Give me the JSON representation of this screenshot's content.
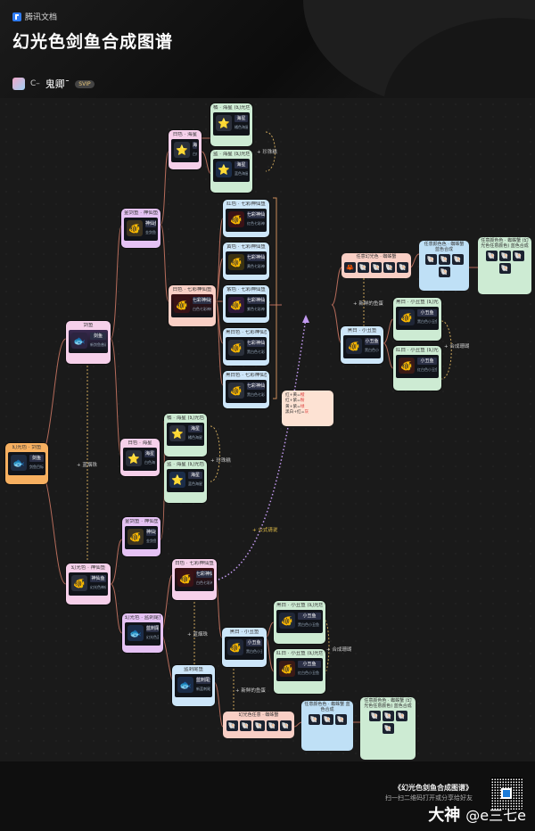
{
  "app": {
    "brand": "腾讯文档",
    "title": "幻光色剑鱼合成图谱"
  },
  "author": {
    "name": "鬼卿ˉ",
    "prefix": "C–",
    "badge": "SVIP"
  },
  "nodes": [
    {
      "id": "root",
      "color": "orange",
      "title": "幻光色 · 剑鱼",
      "name": "剑鱼",
      "sub": "剑鱼目标",
      "icon": "🐟"
    },
    {
      "id": "n1",
      "color": "pink",
      "title": "剑鱼",
      "name": "剑鱼",
      "sub": "新剑鱼普通鱼",
      "icon": "🐟"
    },
    {
      "id": "n2",
      "color": "pink",
      "title": "幻光色 · 神仙鱼",
      "name": "神仙鱼",
      "sub": "幻光色神仙鱼",
      "icon": "🐠"
    },
    {
      "id": "n3",
      "color": "purple",
      "title": "金剑鱼 · 神仙鱼",
      "name": "神仙鱼",
      "sub": "金剑鱼普通鱼",
      "icon": "🐠"
    },
    {
      "id": "n4",
      "color": "pink",
      "title": "白色 · 海星",
      "name": "海星",
      "sub": "白色海星",
      "icon": "⭐"
    },
    {
      "id": "n5",
      "color": "pink",
      "title": "白色 · 海星",
      "name": "海星",
      "sub": "白色海星",
      "icon": "⭐"
    },
    {
      "id": "n6",
      "color": "purple",
      "title": "金剑鱼 · 神仙鱼",
      "name": "神仙鱼",
      "sub": "金剑鱼普通鱼",
      "icon": "🐠"
    },
    {
      "id": "n7",
      "color": "pink",
      "title": "白色 · 七彩神仙鱼",
      "name": "七彩神仙鱼",
      "sub": "白色七彩神仙鱼",
      "icon": "🐠"
    },
    {
      "id": "n8",
      "color": "purple",
      "title": "幻光色 · 蓝刺尾鱼",
      "name": "蓝刺尾鱼",
      "sub": "幻光色蓝刺尾鱼",
      "icon": "🐟"
    },
    {
      "id": "n9",
      "color": "blue",
      "title": "蓝刺尾鱼",
      "name": "蓝刺尾鱼",
      "sub": "新蓝刺尾鱼普通鱼",
      "icon": "🐟"
    },
    {
      "id": "n10",
      "color": "salmon",
      "title": "白色 · 七彩神仙鱼",
      "name": "七彩神仙鱼",
      "sub": "白色七彩神仙鱼",
      "icon": "🐠"
    },
    {
      "id": "n11",
      "color": "blue",
      "title": "黑白 · 小丑鱼",
      "name": "小丑鱼",
      "sub": "黑白色小丑鱼",
      "icon": "🐠"
    },
    {
      "id": "n12",
      "color": "blue",
      "title": "黑白 · 小丑鱼",
      "name": "小丑鱼",
      "sub": "黑白色小丑鱼",
      "icon": "🐠"
    },
    {
      "id": "g1",
      "color": "green",
      "title": "橘 · 海星 (幻光色任意颜色)",
      "name": "海星",
      "sub": "橘色海星",
      "icon": "⭐"
    },
    {
      "id": "g2",
      "color": "green",
      "title": "蓝 · 海星 (幻光色任意颜色)",
      "name": "海星",
      "sub": "蓝色海星",
      "icon": "⭐"
    },
    {
      "id": "b1",
      "color": "blue",
      "title": "红色 · 七彩神仙鱼",
      "name": "七彩神仙鱼",
      "sub": "红色七彩神仙鱼",
      "icon": "🐠"
    },
    {
      "id": "b2",
      "color": "blue",
      "title": "黄色 · 七彩神仙鱼",
      "name": "七彩神仙鱼",
      "sub": "黄色七彩神仙鱼",
      "icon": "🐠"
    },
    {
      "id": "b3",
      "color": "blue",
      "title": "紫色 · 七彩神仙鱼",
      "name": "七彩神仙鱼",
      "sub": "紫色七彩神仙鱼",
      "icon": "🐠"
    },
    {
      "id": "b4",
      "color": "blue",
      "title": "黑白色 · 七彩神仙鱼",
      "name": "七彩神仙鱼",
      "sub": "黑白色七彩神仙鱼",
      "icon": "🐠"
    },
    {
      "id": "b5",
      "color": "blue",
      "title": "黑白色 · 七彩神仙鱼",
      "name": "七彩神仙鱼",
      "sub": "黑白色七彩神仙鱼",
      "icon": "🐠"
    },
    {
      "id": "g3",
      "color": "green",
      "title": "橘 · 海星 (幻光色任意颜色)",
      "name": "海星",
      "sub": "橘色海星",
      "icon": "⭐"
    },
    {
      "id": "g4",
      "color": "green",
      "title": "蓝 · 海星 (幻光色任意颜色)",
      "name": "海星",
      "sub": "蓝色海星",
      "icon": "⭐"
    },
    {
      "id": "g5",
      "color": "green",
      "title": "黑白 · 小丑鱼 (幻光色任意颜色)",
      "name": "小丑鱼",
      "sub": "黑白色小丑鱼",
      "icon": "🐠"
    },
    {
      "id": "g6",
      "color": "green",
      "title": "红白 · 小丑鱼 (幻光色任意颜色)",
      "name": "小丑鱼",
      "sub": "红白色小丑鱼",
      "icon": "🐠"
    },
    {
      "id": "g7",
      "color": "green",
      "title": "黑白 · 小丑鱼 (幻光色任意颜色)",
      "name": "小丑鱼",
      "sub": "黑白色小丑鱼",
      "icon": "🐠"
    },
    {
      "id": "g8",
      "color": "green",
      "title": "红白 · 小丑鱼 (幻光色任意颜色)",
      "name": "小丑鱼",
      "sub": "红白色小丑鱼",
      "icon": "🐠"
    }
  ],
  "strips": [
    {
      "id": "s1",
      "color": "salmon",
      "title": "任意幻光色 · 蜘蛛蟹",
      "icons": [
        "🦀",
        "🐚",
        "🐚",
        "🐚",
        "🐚"
      ]
    },
    {
      "id": "s2",
      "color": "lblue",
      "title": "任意颜色色 · 蜘蛛蟹 蓝色合成",
      "icons": [
        "🐚",
        "🐚",
        "🐚",
        "🐚"
      ]
    },
    {
      "id": "s3",
      "color": "green",
      "title": "任意颜色色 · 蜘蛛蟹 (幻光色任意颜色) 蓝色合成",
      "icons": [
        "🐚",
        "🐚",
        "🐚",
        "🐚"
      ]
    },
    {
      "id": "s4",
      "color": "salmon",
      "title": "幻光色任意 · 蜘蛛蟹",
      "icons": [
        "🐚",
        "🐚",
        "🐚",
        "🐚",
        "🐚"
      ]
    },
    {
      "id": "s5",
      "color": "lblue",
      "title": "任意颜色色 · 蜘蛛蟹 蓝色合成",
      "icons": [
        "🐚",
        "🐚",
        "🐚"
      ]
    },
    {
      "id": "s6",
      "color": "green",
      "title": "任意颜色色 · 蜘蛛蟹 (幻光色任意颜色) 蓝色合成",
      "icons": [
        "🐚",
        "🐚",
        "🐚",
        "🐚"
      ]
    }
  ],
  "labels": {
    "l1": "+ 珍珠糕",
    "l2": "+ 蓝烟珠",
    "l3": "+ 珍珠糕",
    "l4": "+ 新鲜的鱼蛋",
    "l5": "+ 公式请说",
    "l6": "+ 合成珊瑚",
    "l7": "+ 蓝烟珠",
    "l8": "+ 新鲜的鱼蛋",
    "l9": "+ 合成珊瑚"
  },
  "formula": {
    "line1_a": "红+黄=",
    "line1_b": "橙",
    "line2_a": "红+紫=",
    "line2_b": "粉",
    "line3_a": "黄+紫=",
    "line3_b": "绿",
    "line4_a": "黑白+红=",
    "line4_b": "灰"
  },
  "footer": {
    "promo_title": "《幻光色剑鱼合成图谱》",
    "promo_sub": "扫一扫二维码打开或分享给好友",
    "wm_main": "大神",
    "wm_handle": "@e三七e"
  }
}
